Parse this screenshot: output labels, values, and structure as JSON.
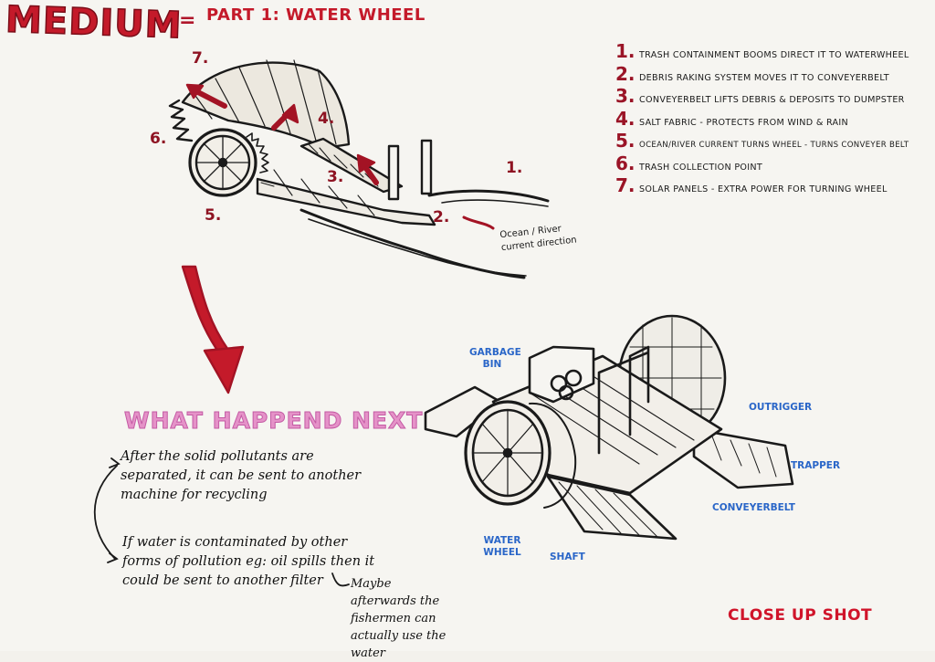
{
  "header": {
    "title": "MEDIUM",
    "separator": "=",
    "part": "PART 1: WATER WHEEL"
  },
  "legend": [
    {
      "num": "1.",
      "text": "TRASH CONTAINMENT BOOMS DIRECT IT TO WATERWHEEL"
    },
    {
      "num": "2.",
      "text": "DEBRIS RAKING SYSTEM MOVES IT TO CONVEYERBELT"
    },
    {
      "num": "3.",
      "text": "CONVEYERBELT LIFTS DEBRIS & DEPOSITS TO DUMPSTER"
    },
    {
      "num": "4.",
      "text": "SALT FABRIC - PROTECTS FROM WIND & RAIN"
    },
    {
      "num": "5.",
      "text": "OCEAN/RIVER CURRENT TURNS WHEEL - TURNS CONVEYER BELT"
    },
    {
      "num": "6.",
      "text": "TRASH COLLECTION POINT"
    },
    {
      "num": "7.",
      "text": "SOLAR PANELS - EXTRA POWER FOR TURNING WHEEL"
    }
  ],
  "sketch_labels": [
    "1.",
    "2.",
    "3.",
    "4.",
    "5.",
    "6.",
    "7."
  ],
  "current_note": "Ocean / River current direction",
  "next_section": {
    "heading": "WHAT HAPPEND NEXT",
    "note1": "After the solid pollutants are separated, it can be sent to another machine for recycling",
    "note2": "If water is contaminated by other forms of pollution eg: oil spills then it could be sent to another filter",
    "note3": "Maybe afterwards the fishermen can actually use the water"
  },
  "closeup_labels": {
    "garbage_bin": "GARBAGE BIN",
    "outrigger": "OUTRIGGER",
    "trapper": "TRAPPER",
    "conveyerbelt": "CONVEYERBELT",
    "water_wheel": "WATER WHEEL",
    "shaft": "SHAFT"
  },
  "closeup_title": "CLOSE UP SHOT",
  "colors": {
    "title_red": "#c41a2a",
    "number_red": "#9a1426",
    "heading_pink": "#e592c8",
    "label_blue": "#2a66c8"
  }
}
